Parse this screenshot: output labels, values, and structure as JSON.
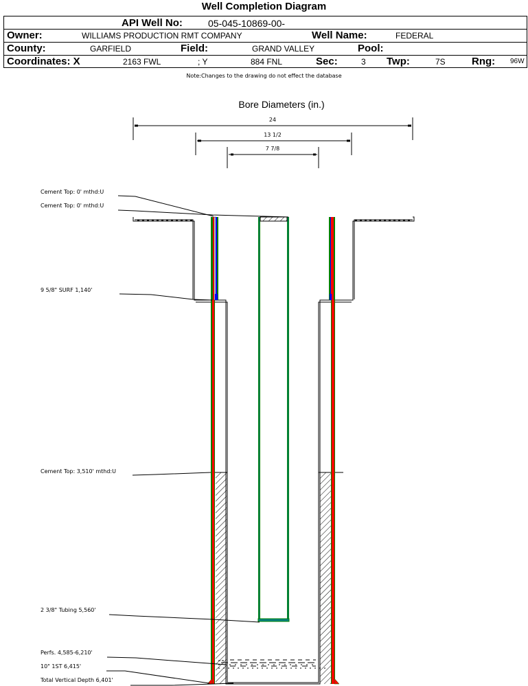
{
  "title": "Well Completion Diagram",
  "header": {
    "api_label": "API Well No:",
    "api_value": "05-045-10869-00-",
    "owner_label": "Owner:",
    "owner_value": "WILLIAMS PRODUCTION RMT COMPANY",
    "well_name_label": "Well Name:",
    "well_name_value": "FEDERAL",
    "county_label": "County:",
    "county_value": "GARFIELD",
    "field_label": "Field:",
    "field_value": "GRAND VALLEY",
    "pool_label": "Pool:",
    "pool_value": "",
    "coord_x_label": "Coordinates: X",
    "coord_x_value": "2163 FWL",
    "coord_y_label": "; Y",
    "coord_y_value": "884 FNL",
    "sec_label": "Sec:",
    "sec_value": "3",
    "twp_label": "Twp:",
    "twp_value": "7S",
    "rng_label": "Rng:",
    "rng_value": "96W"
  },
  "note": "Note:Changes to the drawing do not effect the database",
  "bore": {
    "title": "Bore Diameters (in.)",
    "diameters": [
      "24",
      "13 1/2",
      "7 7/8"
    ]
  },
  "callouts": [
    {
      "id": "cement-top-1",
      "text": "Cement Top: 0' mthd:U"
    },
    {
      "id": "cement-top-2",
      "text": "Cement Top: 0' mthd:U"
    },
    {
      "id": "surface-casing",
      "text": "9 5/8\" SURF       1,140'"
    },
    {
      "id": "cement-top-3",
      "text": "Cement Top: 3,510' mthd:U"
    },
    {
      "id": "tubing",
      "text": "2 3/8\" Tubing 5,560'"
    },
    {
      "id": "perfs",
      "text": "Perfs. 4,585-6,210'"
    },
    {
      "id": "production-casing",
      "text": "10\" 1ST       6,415'"
    },
    {
      "id": "total-depth",
      "text": "Total Vertical Depth 6,401'"
    }
  ],
  "colors": {
    "casing_green": "#008000",
    "casing_red": "#ff0000",
    "casing_blue": "#0000ff",
    "casing_brown": "#8b4513",
    "tubing_teal": "#008080"
  }
}
